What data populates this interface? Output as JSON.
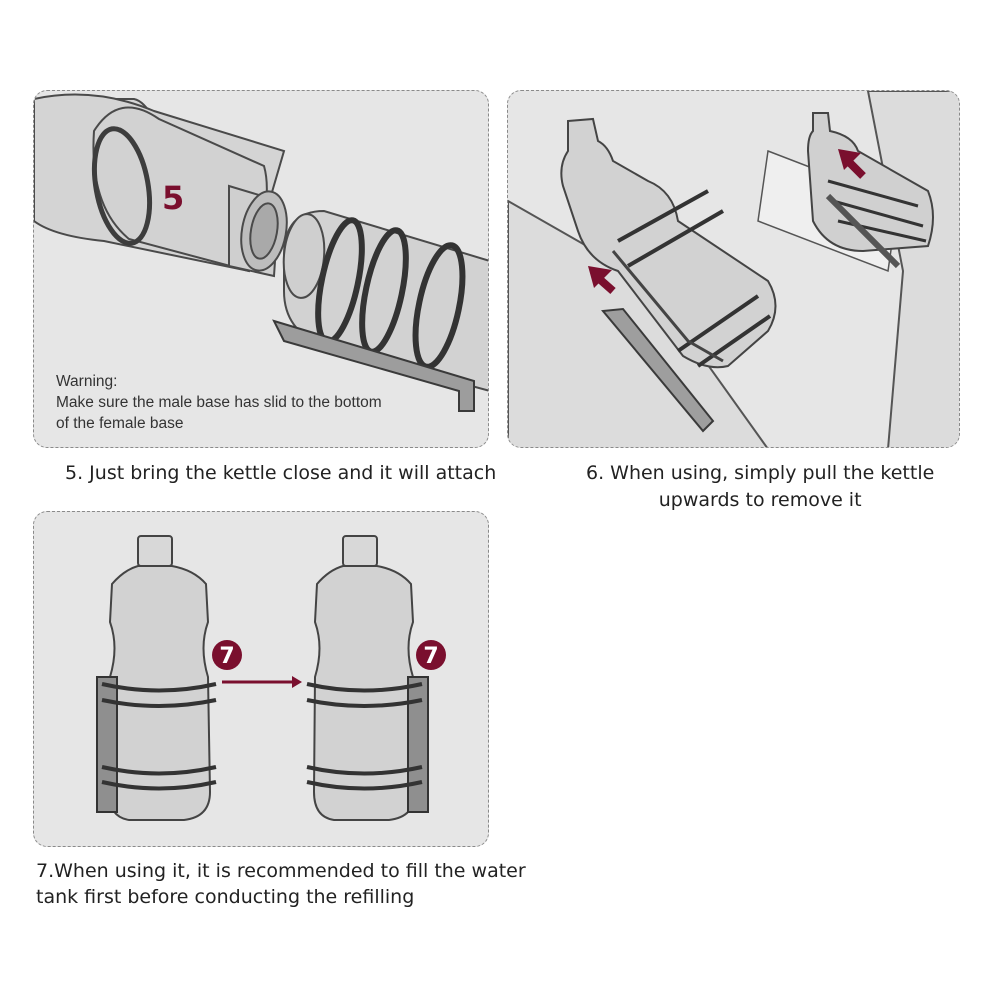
{
  "colors": {
    "accent": "#7a0f2e",
    "panel_bg": "#e6e6e6",
    "outline": "#4a4a4a",
    "bottle": "#d2d2d2"
  },
  "steps": {
    "step5": {
      "badge": "5",
      "warning_title": "Warning:",
      "warning_line1": "Make sure the male base has slid to the bottom",
      "warning_line2": "of the female base",
      "caption": "5. Just bring the kettle close and it will attach"
    },
    "step6": {
      "caption_line1": "6. When using, simply pull the kettle",
      "caption_line2": "upwards to remove it"
    },
    "step7": {
      "badge_left": "7",
      "badge_right": "7",
      "caption_line1": "7.When using it, it is recommended to fill the water",
      "caption_line2": "tank first before conducting the refilling"
    }
  },
  "icons": [
    "up-left-arrow-icon",
    "right-arrow-icon",
    "step-number-badge"
  ]
}
